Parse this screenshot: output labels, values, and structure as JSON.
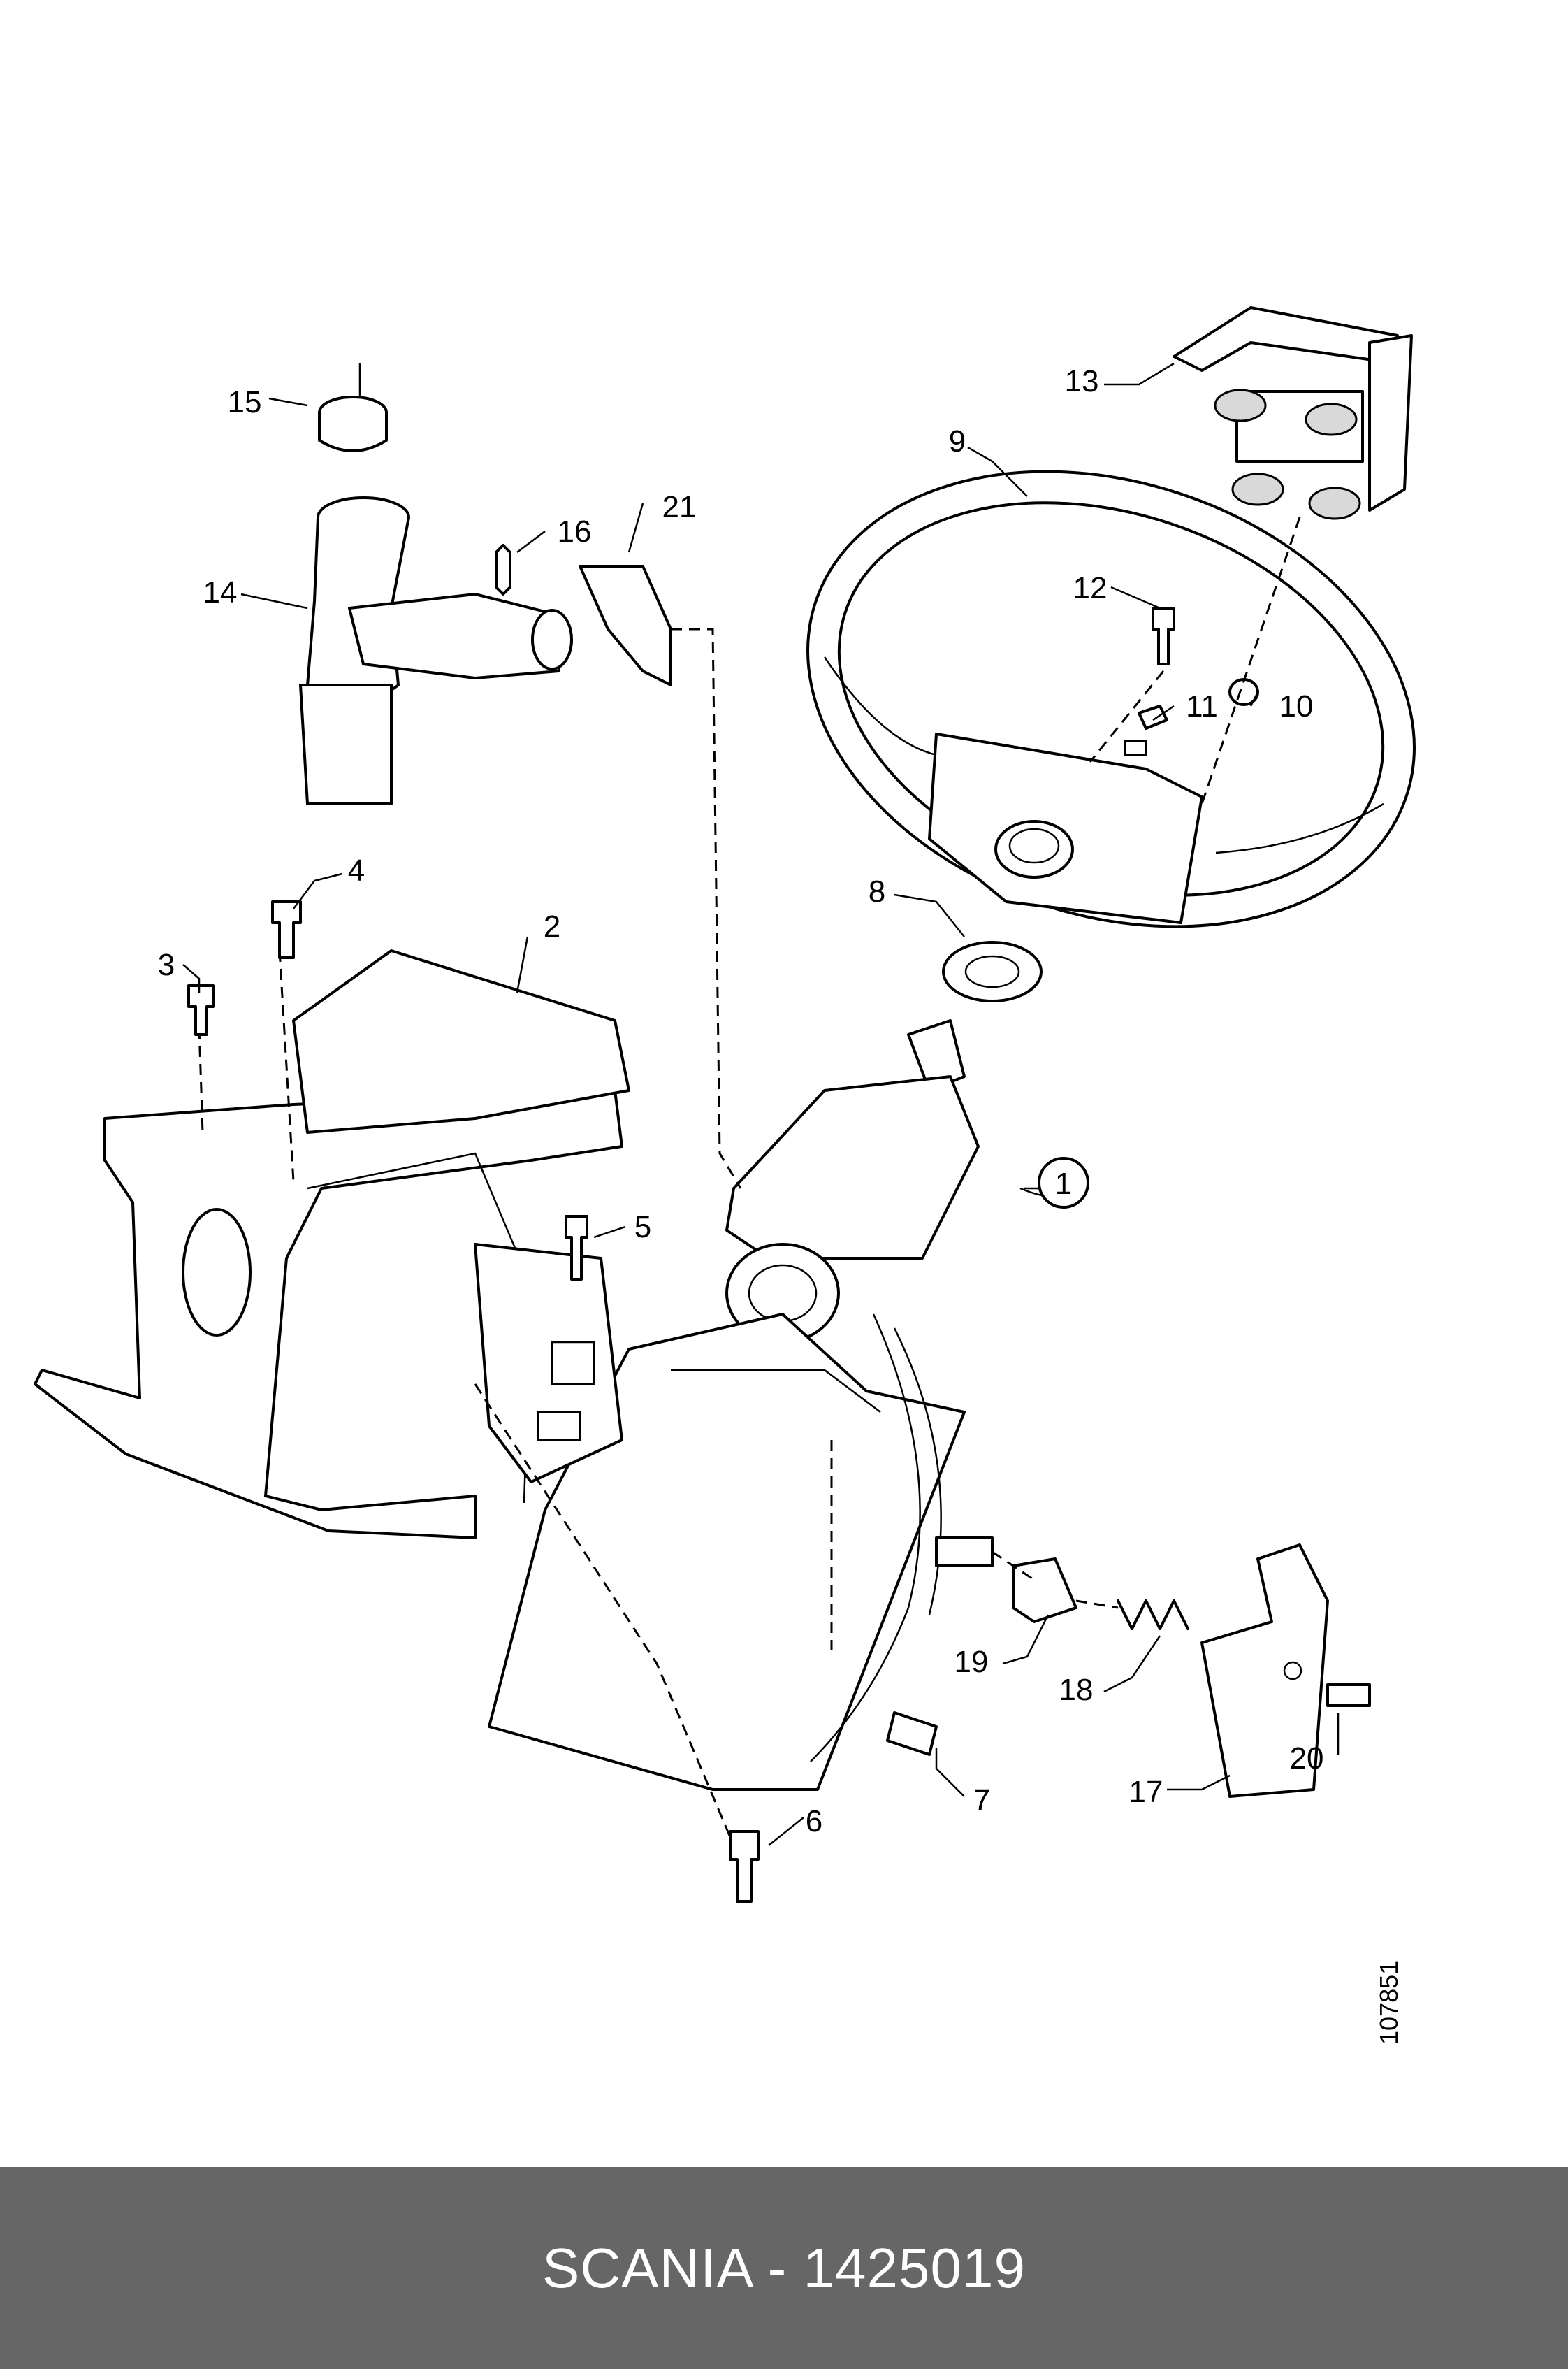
{
  "diagram": {
    "drawing_number": "107851",
    "callouts": [
      "1",
      "2",
      "3",
      "4",
      "5",
      "6",
      "7",
      "8",
      "9",
      "10",
      "11",
      "12",
      "13",
      "14",
      "15",
      "16",
      "17",
      "18",
      "19",
      "20",
      "21"
    ]
  },
  "footer": {
    "caption": "SCANIA - 1425019"
  },
  "colors": {
    "footer_bg": "#666666",
    "footer_text": "#ffffff",
    "line": "#000000",
    "background": "#ffffff"
  }
}
